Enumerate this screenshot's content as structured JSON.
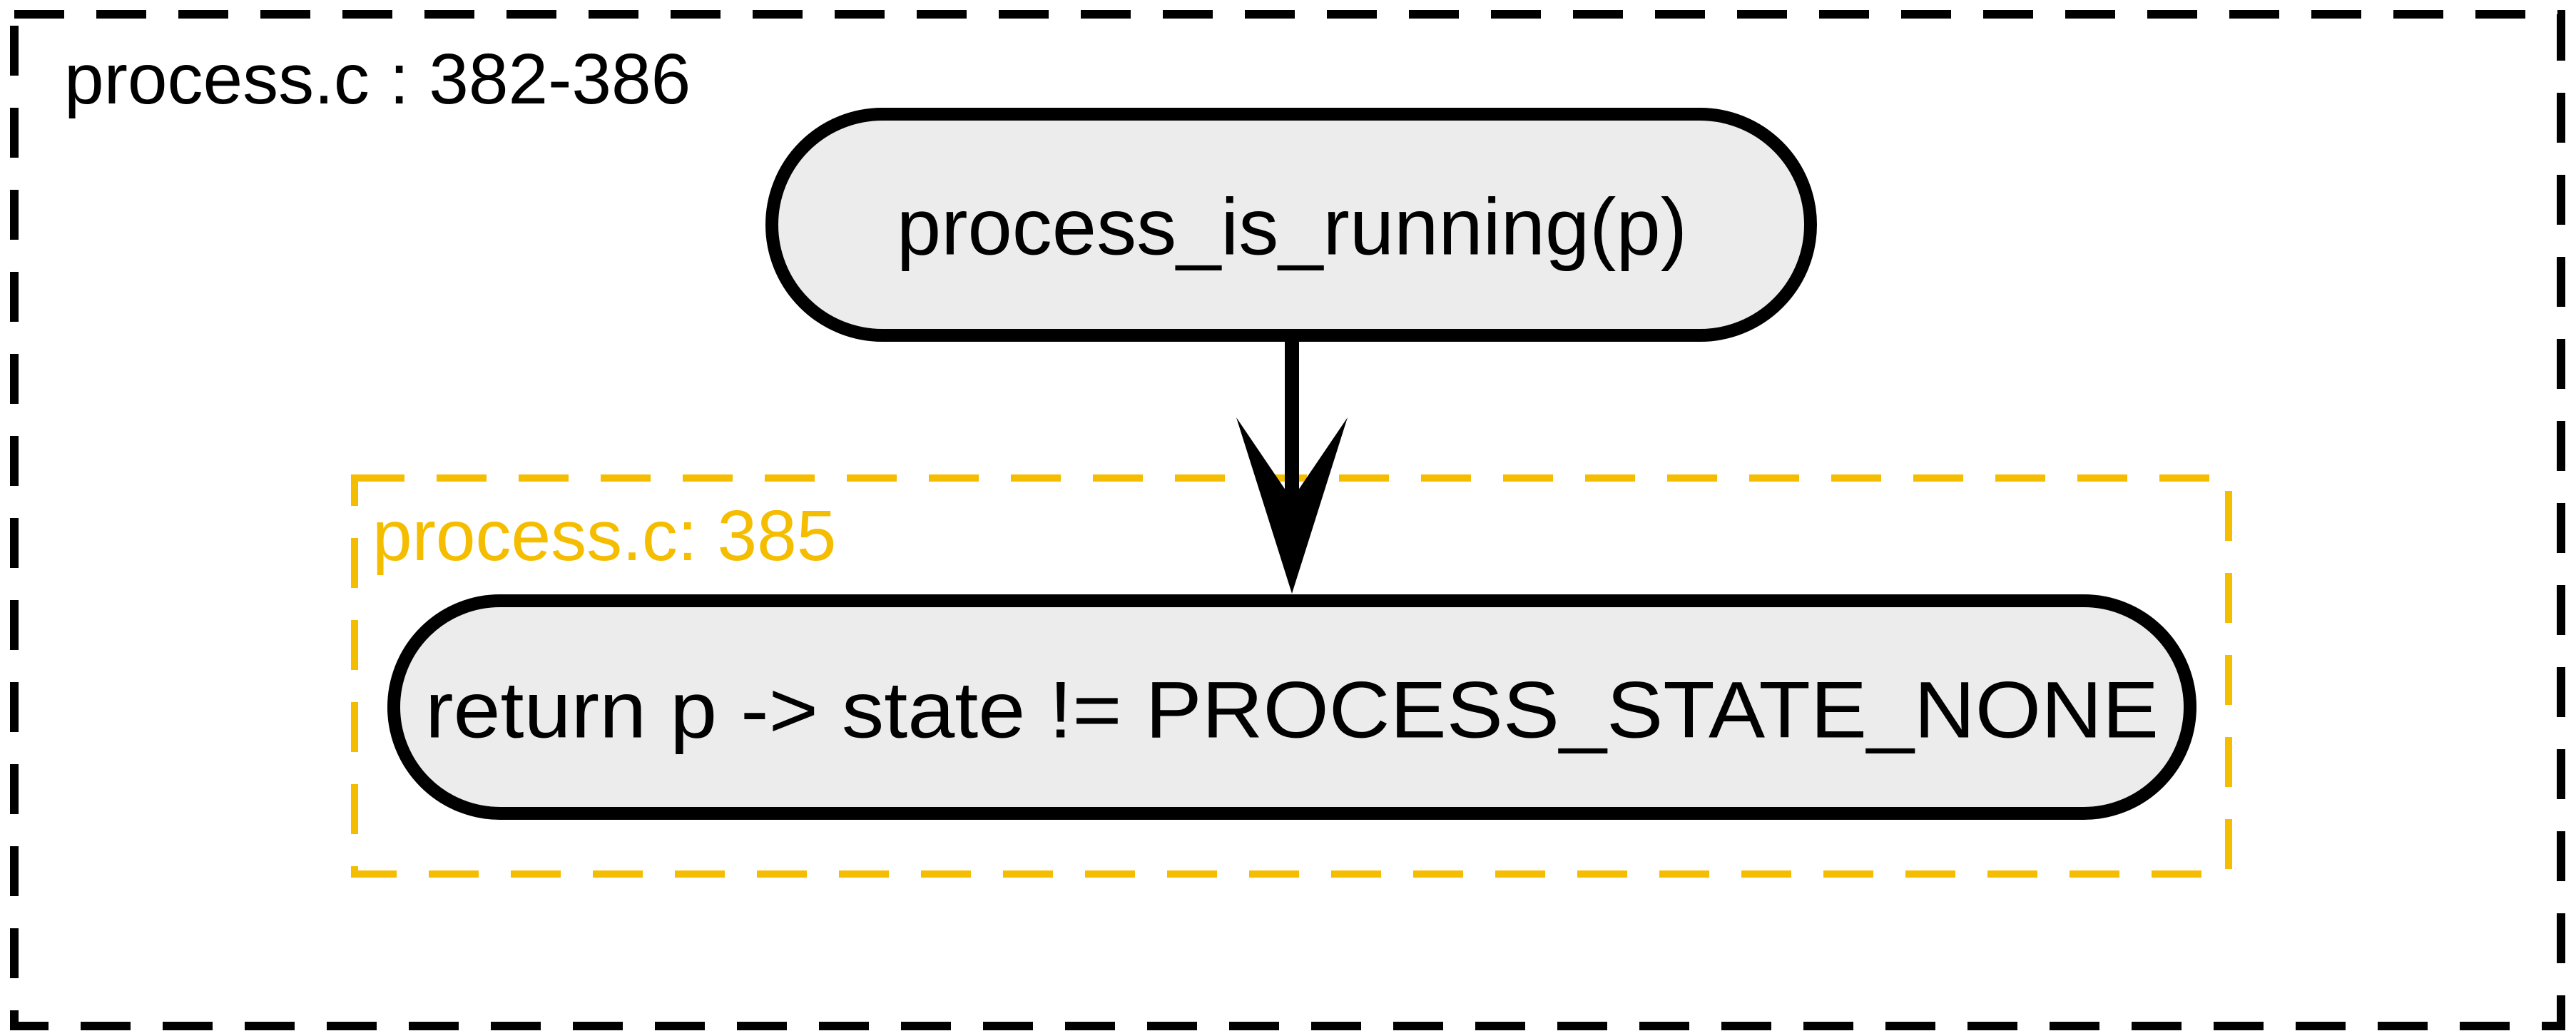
{
  "outer_cluster": {
    "label": "process.c : 382-386",
    "border_color": "#000000"
  },
  "inner_cluster": {
    "label": "process.c: 385",
    "border_color": "#f5bd00"
  },
  "nodes": {
    "function_node": {
      "label": "process_is_running(p)"
    },
    "return_node": {
      "label": "return p -> state != PROCESS_STATE_NONE"
    }
  },
  "node_fill": "#ececec",
  "node_stroke": "#000000"
}
